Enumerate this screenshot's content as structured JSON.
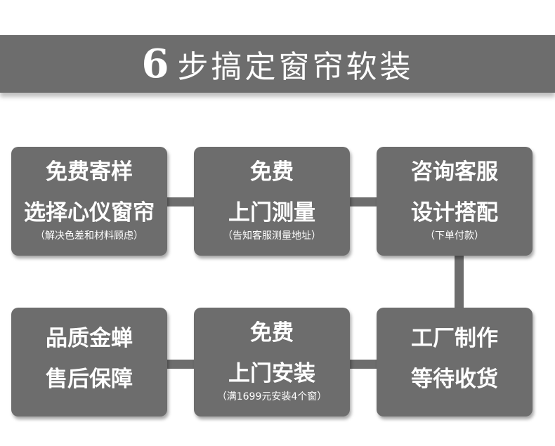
{
  "header": {
    "step_number": "6",
    "title": "步搞定窗帘软装"
  },
  "steps": [
    {
      "line1": "免费寄样",
      "line2": "选择心仪窗帘",
      "note": "（解决色差和材料顾虑）"
    },
    {
      "line1": "免费",
      "line2": "上门测量",
      "note": "（告知客服测量地址）"
    },
    {
      "line1": "咨询客服",
      "line2": "设计搭配",
      "note": "（下单付款）"
    },
    {
      "line1": "工厂制作",
      "line2": "等待收货",
      "note": ""
    },
    {
      "line1": "免费",
      "line2": "上门安装",
      "note": "（满1699元安装4个窗）"
    },
    {
      "line1": "品质金蝉",
      "line2": "售后保障",
      "note": ""
    }
  ],
  "colors": {
    "card_bg": "#6d6d6d",
    "text": "#ffffff",
    "page_bg": "#ffffff"
  }
}
